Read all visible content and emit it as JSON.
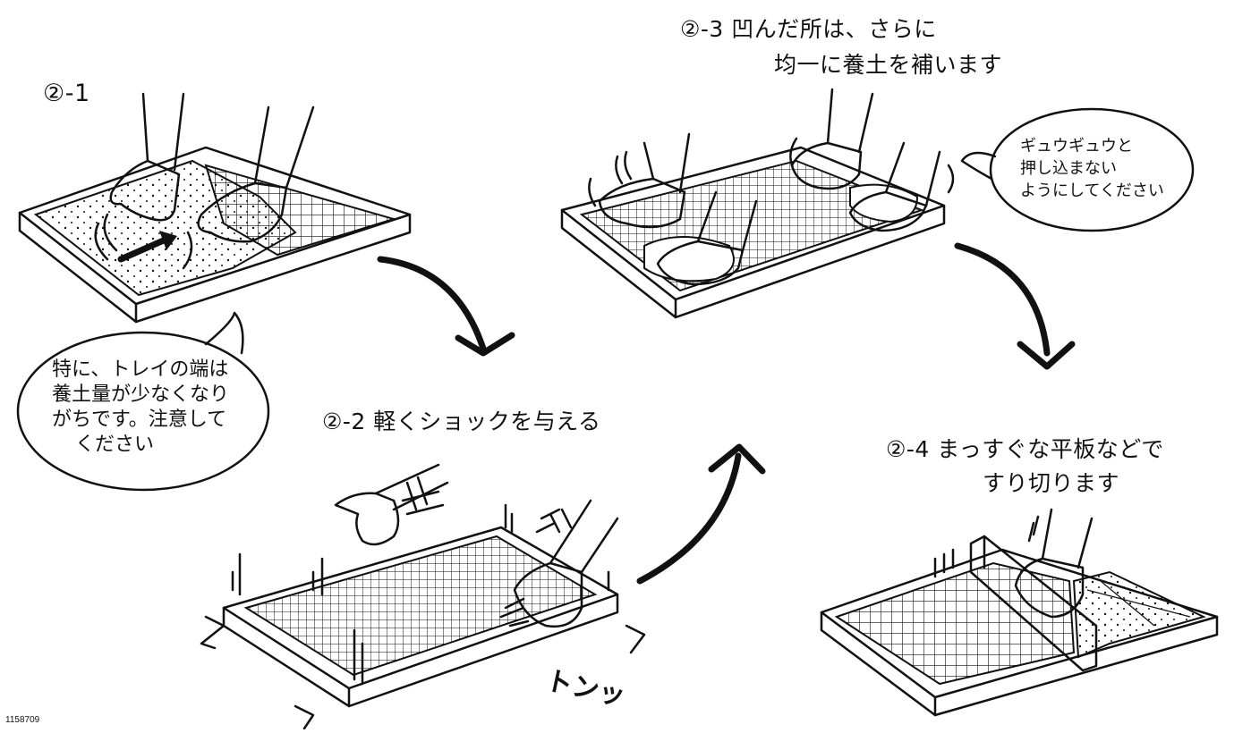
{
  "steps": {
    "s1": {
      "label": "②-1"
    },
    "s2": {
      "label": "②-2 軽くショックを与える"
    },
    "s3": {
      "label_line1": "②-3 凹んだ所は、さらに",
      "label_line2": "均一に養土を補います"
    },
    "s4": {
      "label_line1": "②-4 まっすぐな平板などで",
      "label_line2": "すり切ります"
    }
  },
  "bubbles": {
    "left": {
      "line1": "特に、トレイの端は",
      "line2": "養土量が少なくなり",
      "line3": "がちです。注意して",
      "line4": "ください"
    },
    "right": {
      "line1": "ギュウギュウと",
      "line2": "押し込まない",
      "line3": "ようにしてください"
    }
  },
  "sfx": {
    "ton": "トンッ"
  },
  "image_id": "1158709"
}
